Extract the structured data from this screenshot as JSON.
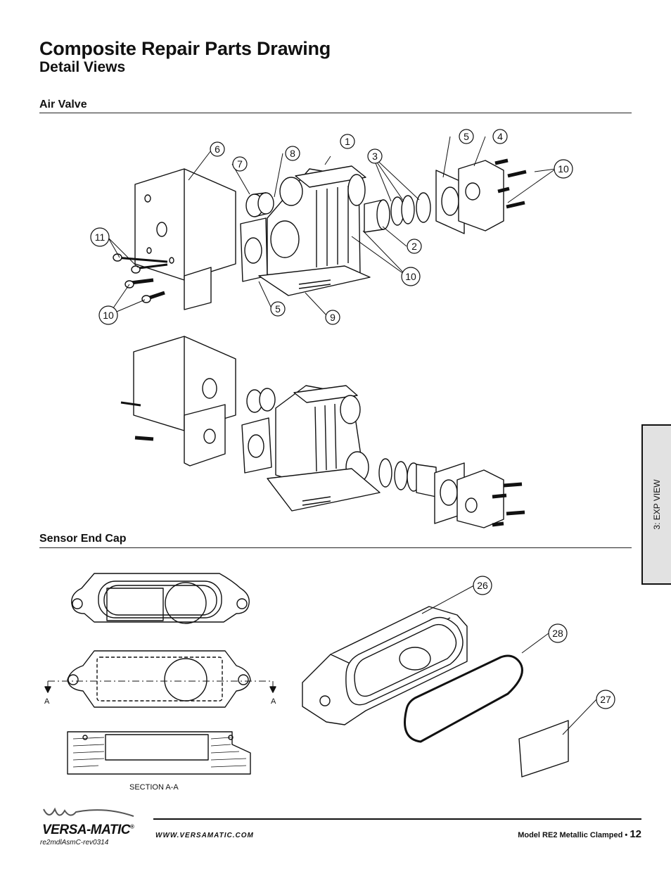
{
  "header": {
    "title": "Composite Repair Parts Drawing",
    "subtitle": "Detail Views"
  },
  "sections": {
    "air_valve": "Air Valve",
    "sensor_end_cap": "Sensor End Cap"
  },
  "callouts": {
    "c1": "1",
    "c2": "2",
    "c3": "3",
    "c4": "4",
    "c5a": "5",
    "c5b": "5",
    "c6": "6",
    "c7": "7",
    "c8": "8",
    "c9": "9",
    "c10a": "10",
    "c10b": "10",
    "c10c": "10",
    "c11": "11",
    "c26": "26",
    "c27": "27",
    "c28": "28"
  },
  "labels": {
    "section_a_left": "A",
    "section_a_right": "A",
    "section_aa": "SECTION A-A"
  },
  "side_tab": "3: EXP VIEW",
  "footer": {
    "brand": "VERSA-MATIC",
    "registered": "®",
    "doc_code": "re2mdlAsmC-rev0314",
    "website": "WWW.VERSAMATIC.COM",
    "model": "Model RE2 Metallic Clamped • ",
    "page": "12"
  }
}
